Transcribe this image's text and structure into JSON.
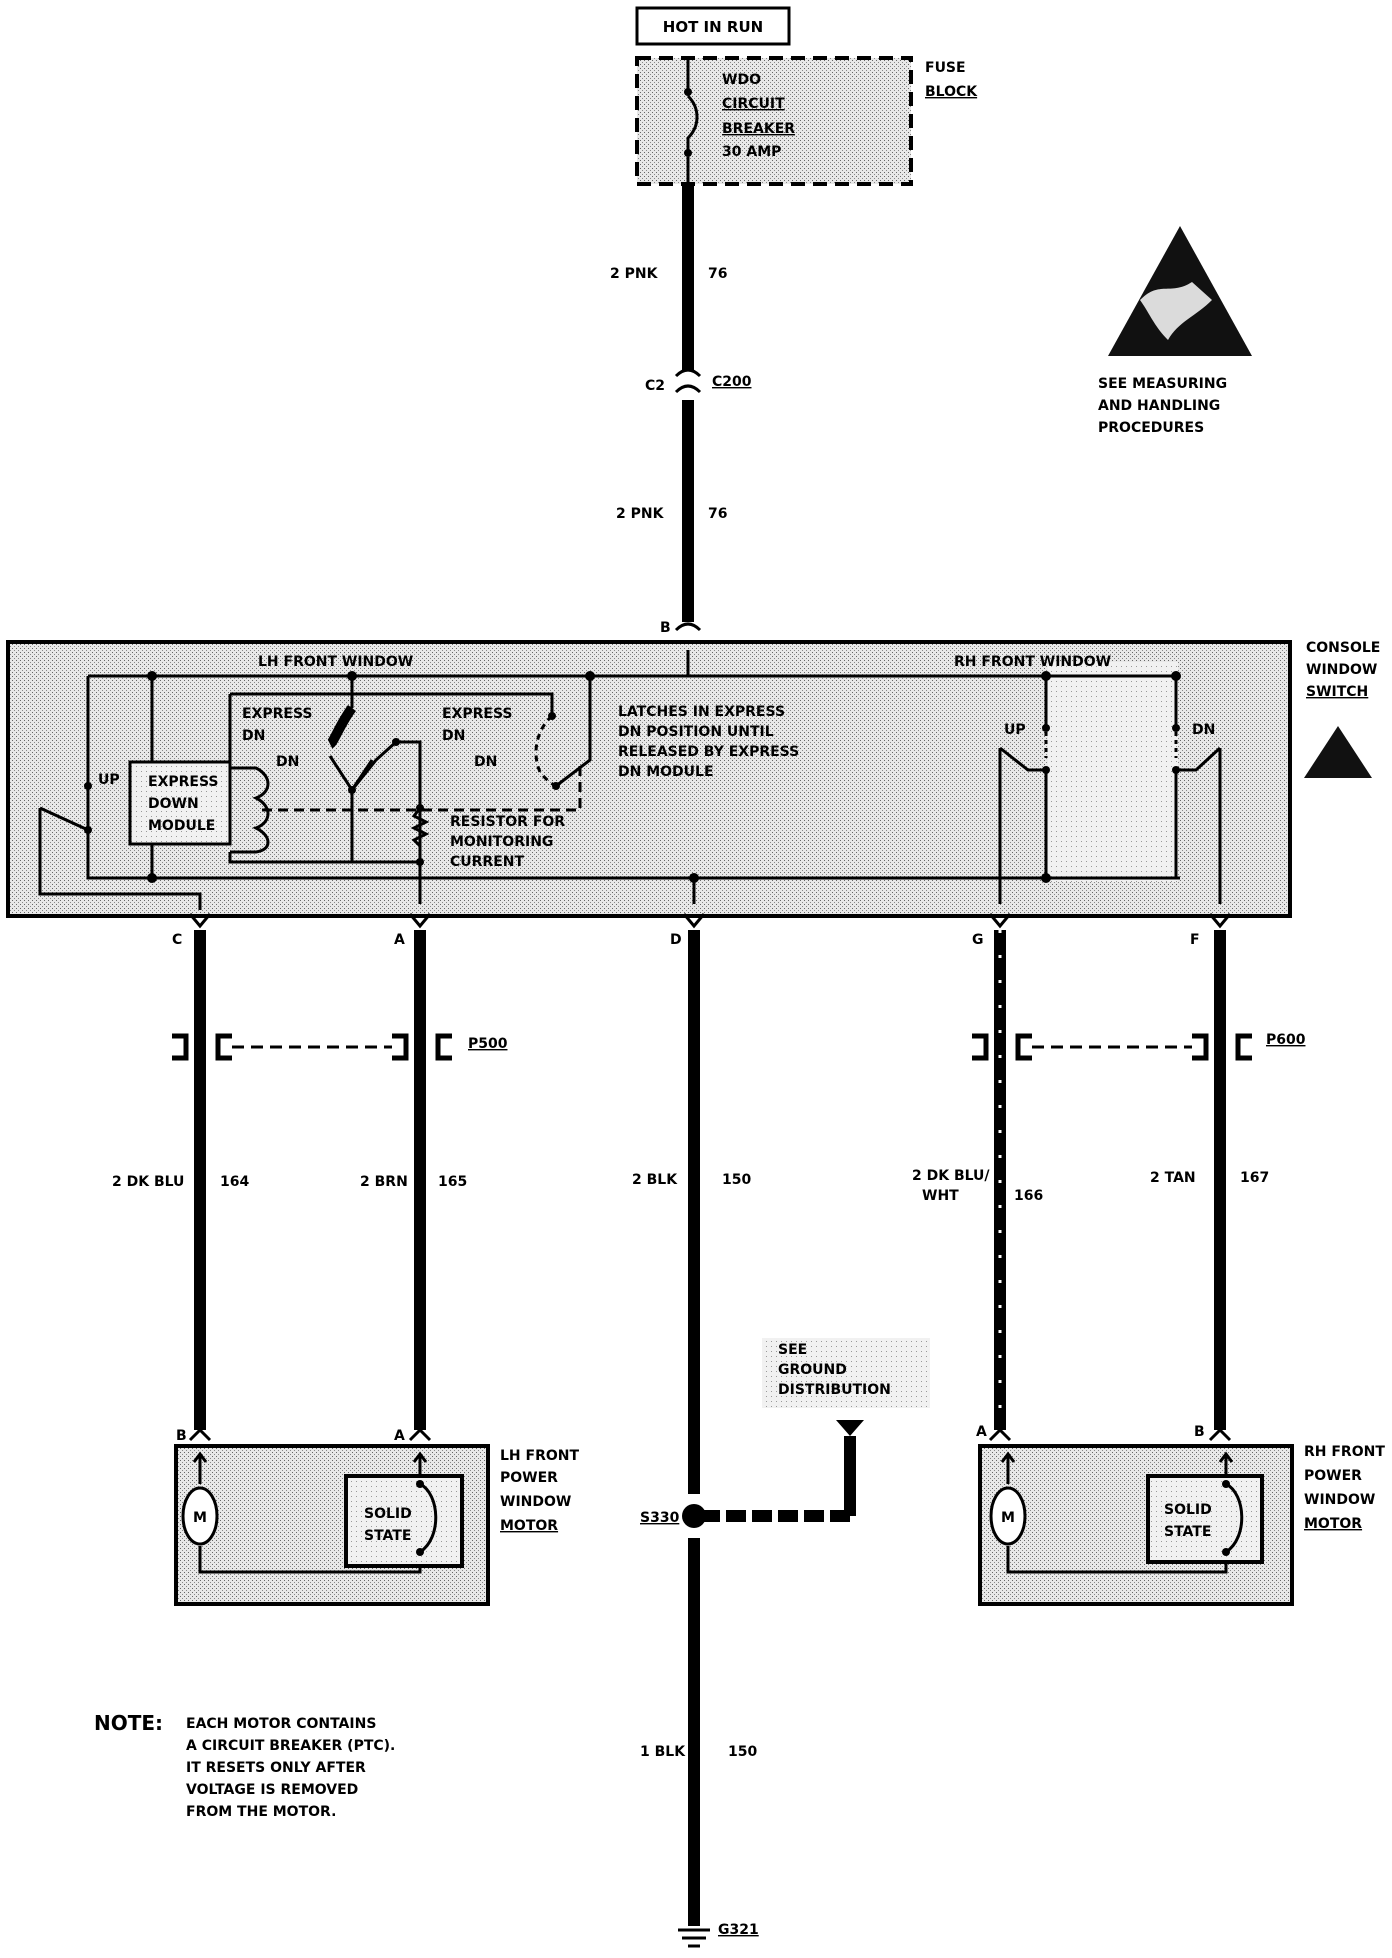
{
  "power": {
    "hot_label": "HOT IN RUN",
    "fuse_block": [
      "FUSE",
      "BLOCK"
    ],
    "breaker": [
      "WDO",
      "CIRCUIT",
      "BREAKER",
      "30 AMP"
    ]
  },
  "esd": {
    "text": [
      "SEE MEASURING",
      "AND HANDLING",
      "PROCEDURES"
    ]
  },
  "feed": {
    "upper_wire": {
      "gauge_color": "2 PNK",
      "circuit": "76"
    },
    "lower_wire": {
      "gauge_color": "2 PNK",
      "circuit": "76"
    },
    "connector_pin": "C2",
    "connector": "C200",
    "switch_pin": "B"
  },
  "switch": {
    "name": [
      "CONSOLE",
      "WINDOW",
      "SWITCH"
    ],
    "lh_title": "LH FRONT WINDOW",
    "rh_title": "RH FRONT WINDOW",
    "up": "UP",
    "dn": "DN",
    "express_dn": [
      "EXPRESS",
      "DN"
    ],
    "express_module": [
      "EXPRESS",
      "DOWN",
      "MODULE"
    ],
    "latch_note": [
      "LATCHES IN EXPRESS",
      "DN POSITION UNTIL",
      "RELEASED BY EXPRESS",
      "DN MODULE"
    ],
    "resistor_note": [
      "RESISTOR FOR",
      "MONITORING",
      "CURRENT"
    ]
  },
  "outputs": [
    {
      "pin": "C",
      "gauge_color": "2 DK BLU",
      "circuit": "164"
    },
    {
      "pin": "A",
      "gauge_color": "2 BRN",
      "circuit": "165"
    },
    {
      "pin": "D",
      "gauge_color": "2 BLK",
      "circuit": "150"
    },
    {
      "pin": "G",
      "gauge_color": [
        "2 DK BLU/",
        "WHT"
      ],
      "circuit": "166"
    },
    {
      "pin": "F",
      "gauge_color": "2 TAN",
      "circuit": "167"
    }
  ],
  "connectors": {
    "lh": "P500",
    "rh": "P600"
  },
  "ground": {
    "ref": [
      "SEE",
      "GROUND",
      "DISTRIBUTION"
    ],
    "splice": "S330",
    "lower_wire": {
      "gauge_color": "1 BLK",
      "circuit": "150"
    },
    "ground_point": "G321"
  },
  "motors": {
    "lh": {
      "name": [
        "LH FRONT",
        "POWER",
        "WINDOW",
        "MOTOR"
      ],
      "pin_left": "B",
      "pin_right": "A",
      "solid_state": [
        "SOLID",
        "STATE"
      ],
      "m": "M"
    },
    "rh": {
      "name": [
        "RH FRONT",
        "POWER",
        "WINDOW",
        "MOTOR"
      ],
      "pin_left": "A",
      "pin_right": "B",
      "solid_state": [
        "SOLID",
        "STATE"
      ],
      "m": "M"
    }
  },
  "note": {
    "head": "NOTE:",
    "lines": [
      "EACH MOTOR CONTAINS",
      "A CIRCUIT BREAKER (PTC).",
      "IT RESETS ONLY AFTER",
      "VOLTAGE IS REMOVED",
      "FROM THE MOTOR."
    ]
  }
}
